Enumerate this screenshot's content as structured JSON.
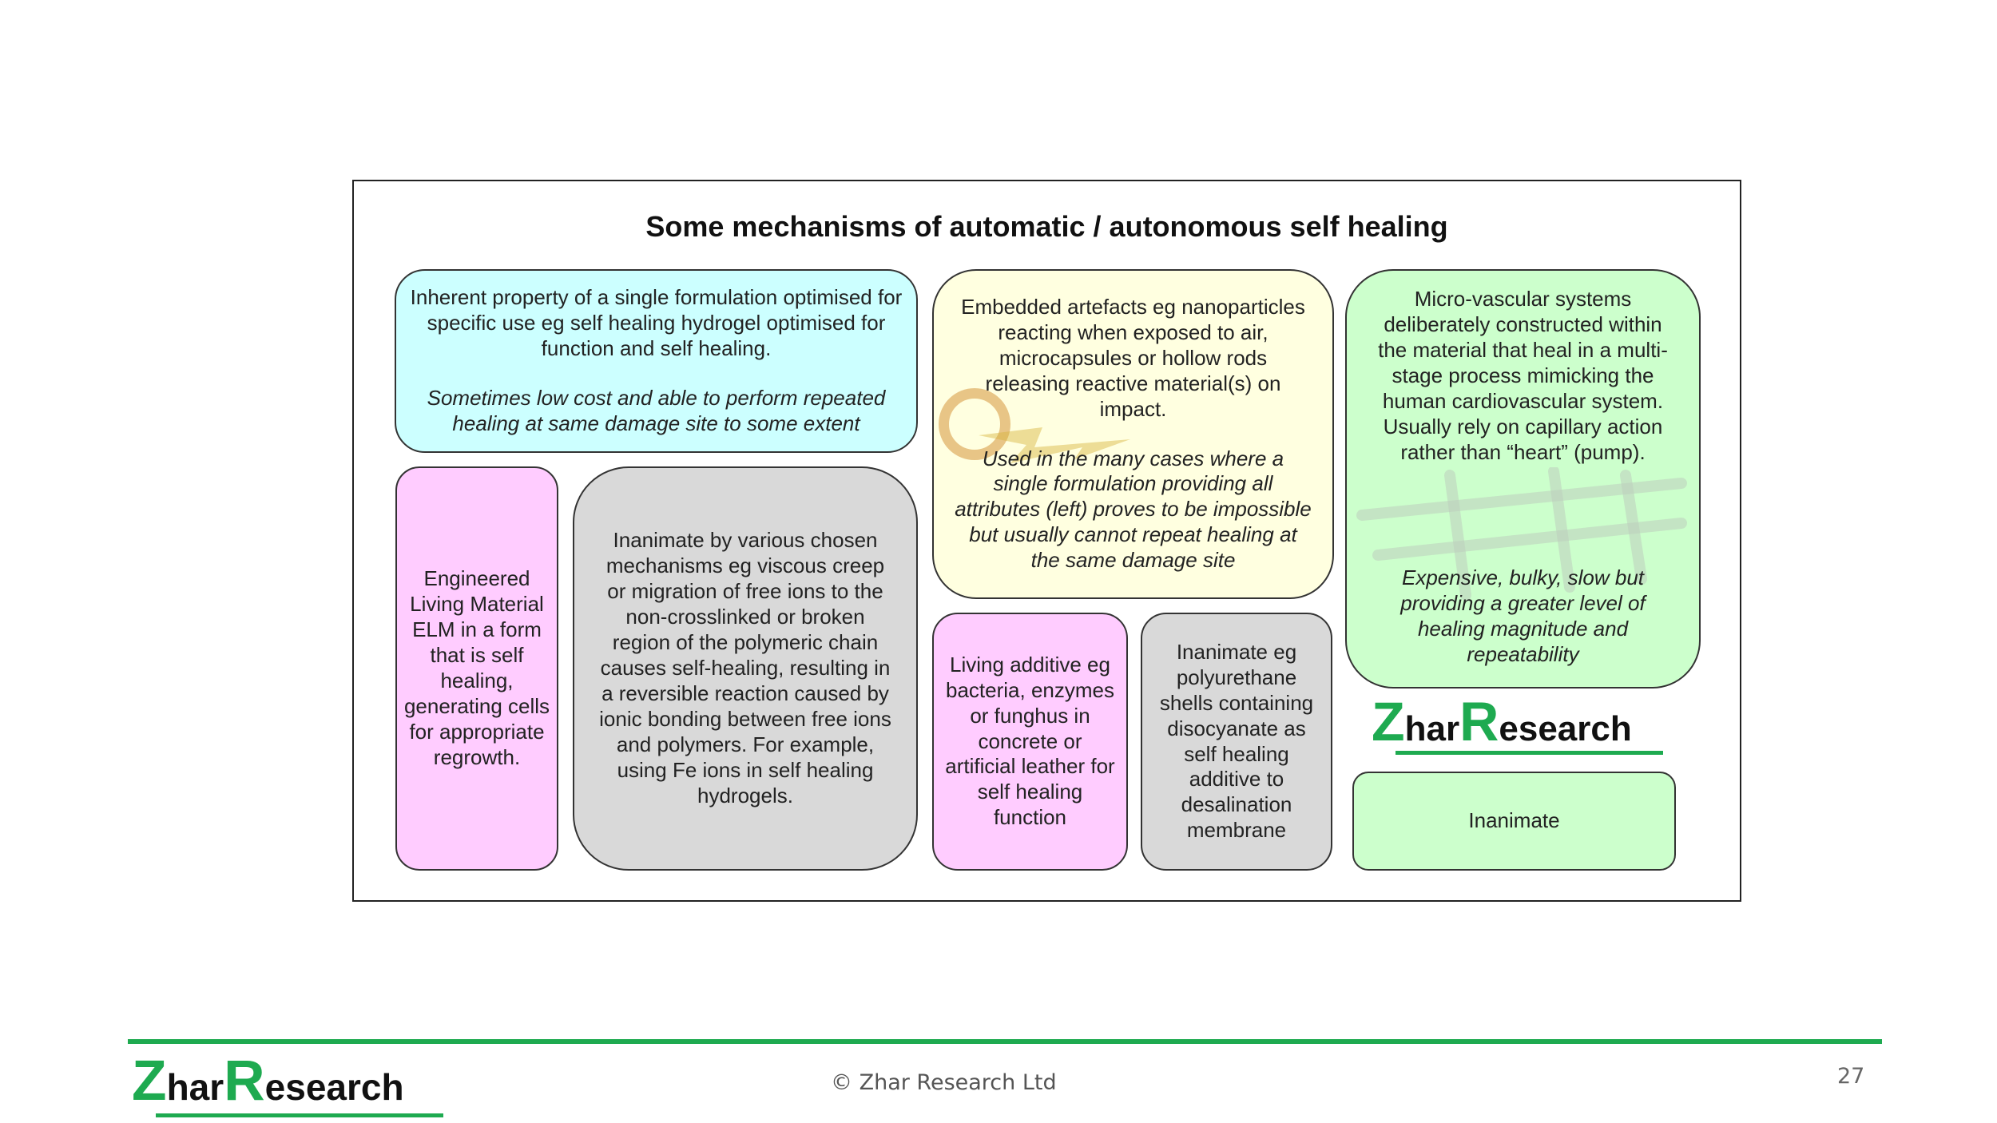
{
  "title": "Some mechanisms of automatic / autonomous self healing",
  "boxes": {
    "inherent": {
      "text": "Inherent property of a single formulation optimised for specific use eg self healing hydrogel optimised for function and self healing.",
      "italic": "Sometimes low cost and able to perform repeated healing at same damage site to some extent",
      "color": "#ccffff"
    },
    "elm": {
      "text": "Engineered Living Material ELM in a form that is self healing, generating cells for appropriate regrowth.",
      "color": "#ffccff"
    },
    "inanimate_mech": {
      "text": "Inanimate by various chosen mechanisms eg viscous creep or migration of free ions to the non-crosslinked or broken region of the polymeric chain causes self-healing, resulting in a reversible reaction caused by ionic bonding between free ions and polymers. For example, using Fe ions in self healing hydrogels.",
      "color": "#d9d9d9"
    },
    "embedded": {
      "text": "Embedded artefacts eg nanoparticles reacting when exposed to air, microcapsules or hollow rods releasing reactive material(s) on impact.",
      "italic": "Used in the many cases where a single formulation providing all attributes (left) proves to be impossible but usually cannot repeat healing at the same damage site",
      "color": "#ffffe0"
    },
    "living_additive": {
      "text": "Living additive eg bacteria, enzymes or funghus in concrete or artificial leather for self healing function",
      "color": "#ffccff"
    },
    "polyurethane": {
      "text": "Inanimate eg polyurethane shells containing disocyanate as self healing additive to desalination membrane",
      "color": "#d9d9d9"
    },
    "microvascular": {
      "text": "Micro-vascular systems deliberately constructed within the material that heal in a multi-stage process mimicking the human cardiovascular system. Usually rely on capillary action rather than “heart” (pump).",
      "italic": "Expensive, bulky, slow but providing a greater level of healing magnitude and repeatability",
      "color": "#ccffcc"
    },
    "legend": {
      "text": "Inanimate",
      "color": "#ccffcc"
    }
  },
  "logo": {
    "initial1": "Z",
    "rest1": "har",
    "initial2": "R",
    "rest2": "esearch",
    "color": "#1eaa50"
  },
  "footer": {
    "copyright": "© Zhar Research Ltd",
    "page_number": "27"
  }
}
